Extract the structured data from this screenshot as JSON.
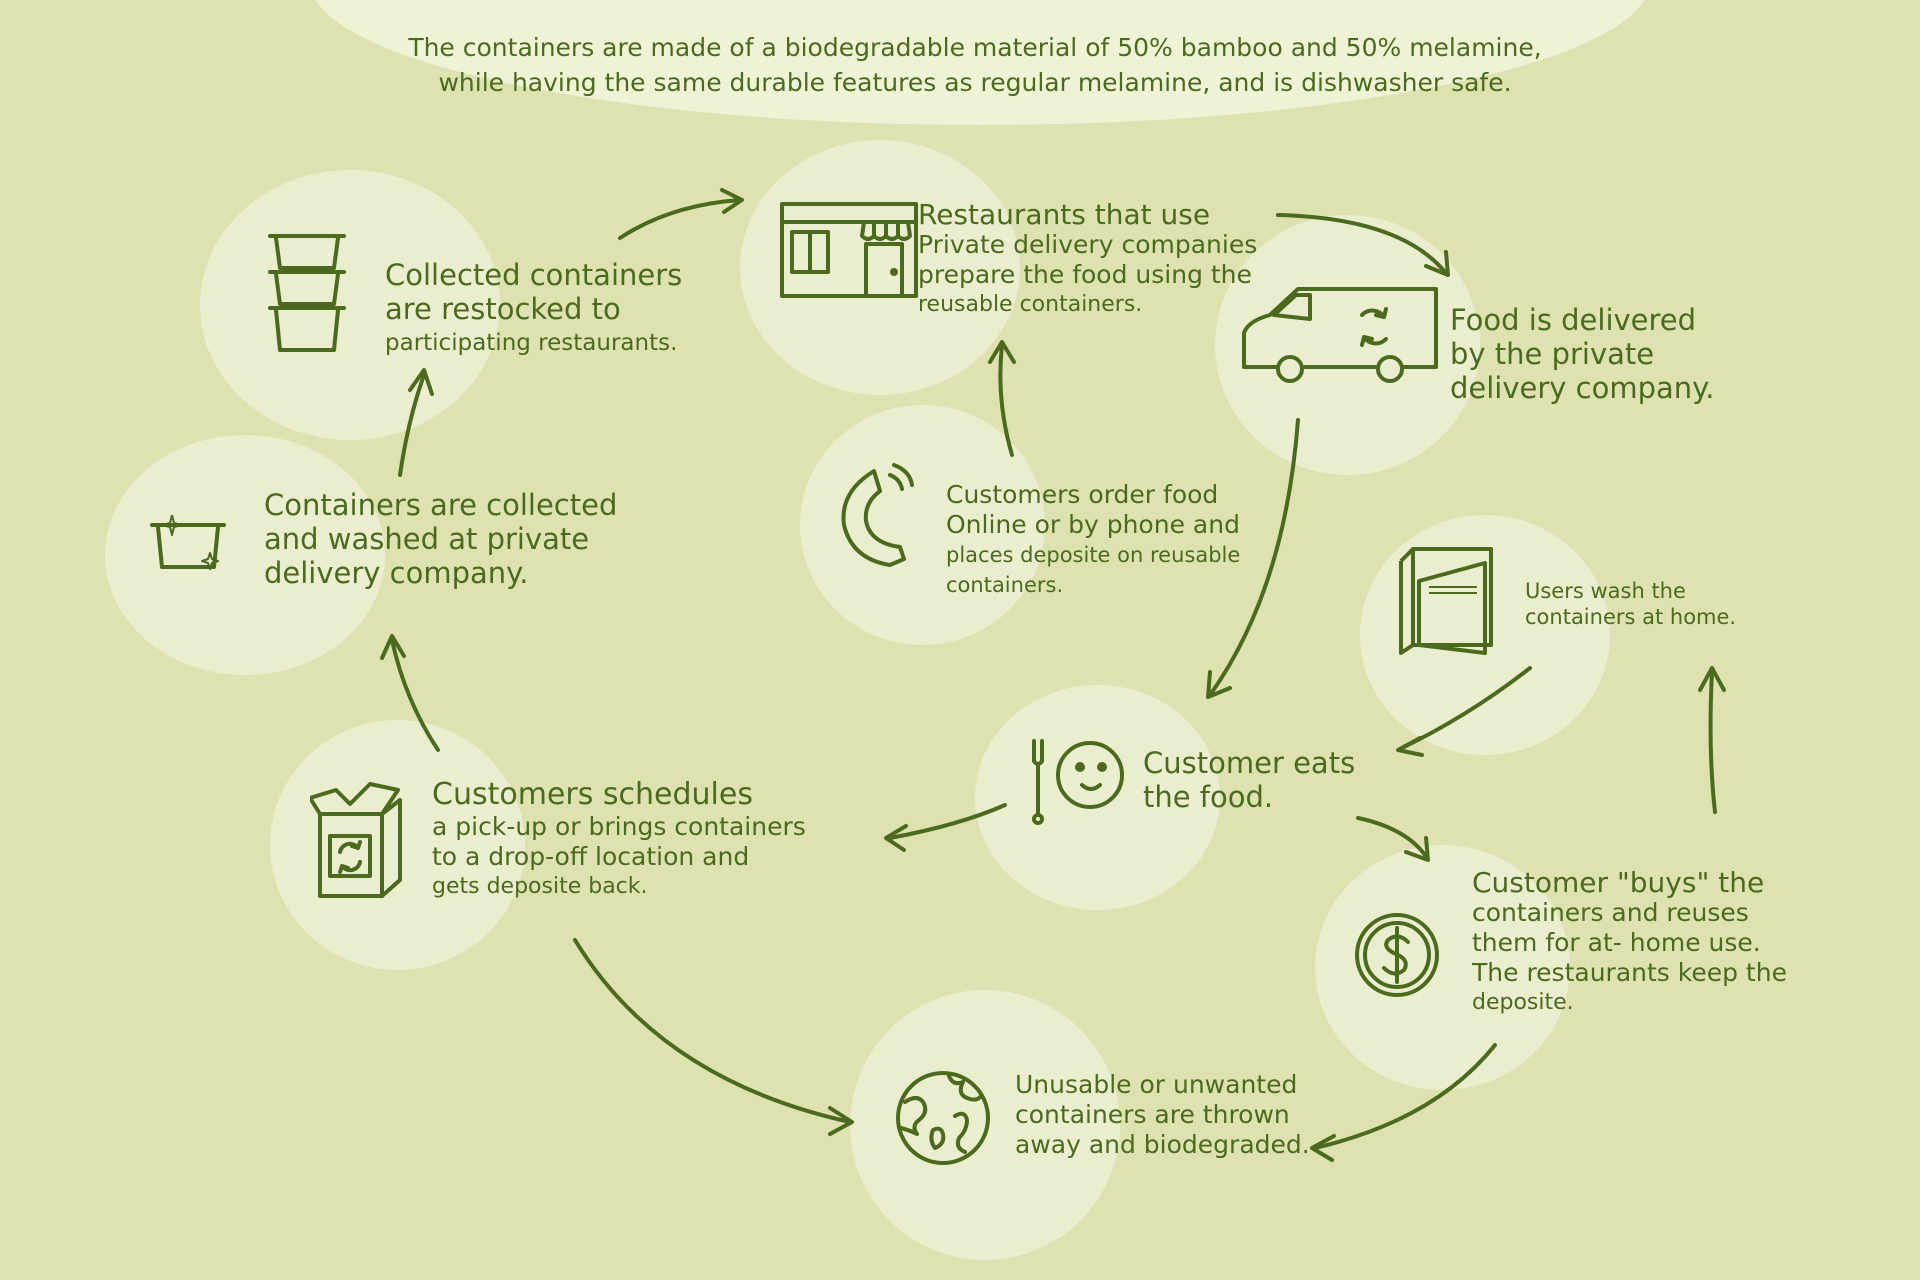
{
  "intro": {
    "line1": "The containers are made of a biodegradable material of 50% bamboo and 50% melamine,",
    "line2": "while having the same durable features as regular melamine, and is dishwasher safe."
  },
  "steps": {
    "restaurants": {
      "icon": "storefront-icon",
      "lines": [
        "Restaurants that use",
        "Private delivery companies",
        "prepare the food using the",
        "reusable containers."
      ]
    },
    "delivered": {
      "icon": "delivery-van-icon",
      "lines": [
        "Food is delivered",
        "by the private",
        "delivery company."
      ]
    },
    "order": {
      "icon": "phone-handset-icon",
      "lines": [
        "Customers order food",
        "Online or by phone and",
        "places deposite on reusable",
        "containers."
      ]
    },
    "restocked": {
      "icon": "stacked-containers-icon",
      "lines": [
        "Collected containers",
        "are restocked to",
        "participating restaurants."
      ]
    },
    "washed_company": {
      "icon": "sparkling-container-icon",
      "lines": [
        "Containers are collected",
        "and washed at private",
        "delivery company."
      ]
    },
    "home_wash": {
      "icon": "dishwasher-icon",
      "lines": [
        "Users wash the",
        "containers at home."
      ]
    },
    "eats": {
      "icon": "smiley-fork-icon",
      "lines": [
        "Customer eats",
        "the food."
      ]
    },
    "schedules": {
      "icon": "recycling-box-icon",
      "lines": [
        "Customers schedules",
        "a pick-up or brings containers",
        "to a drop-off location and",
        "gets deposite back."
      ]
    },
    "buys": {
      "icon": "dollar-coin-icon",
      "lines": [
        "Customer \"buys\" the",
        "containers and reuses",
        "them for at- home use.",
        "The restaurants keep the",
        "deposite."
      ]
    },
    "biodegraded": {
      "icon": "globe-icon",
      "lines": [
        "Unusable or unwanted",
        "containers are thrown",
        "away and biodegraded."
      ]
    }
  },
  "colors": {
    "background": "#dde2b0",
    "bubble": "#ebedcf",
    "cloud": "#eff3d6",
    "ink": "#4b6a1e"
  }
}
